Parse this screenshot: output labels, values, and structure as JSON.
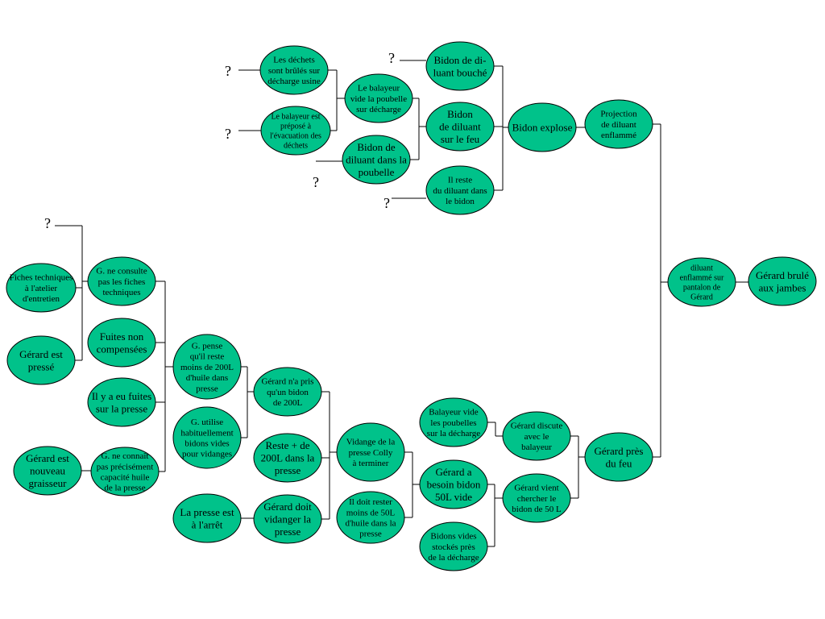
{
  "colors": {
    "node_fill": "#00c28a",
    "stroke": "#000000",
    "background": "#ffffff"
  },
  "question_mark": "?",
  "nodes": [
    {
      "id": "dechets_brules",
      "lines": [
        "Les déchets",
        "sont brûlés sur",
        "décharge usine"
      ]
    },
    {
      "id": "balayeur_prepose",
      "lines": [
        "Le balayeur est",
        "préposé à",
        "l'évacuation des",
        "déchets"
      ]
    },
    {
      "id": "balayeur_vide_poubelle",
      "lines": [
        "Le balayeur",
        "vide la poubelle",
        "sur décharge"
      ]
    },
    {
      "id": "bidon_poubelle",
      "lines": [
        "Bidon de",
        "diluant dans la",
        "poubelle"
      ]
    },
    {
      "id": "bidon_bouche",
      "lines": [
        "Bidon de di-",
        "luant bouché"
      ]
    },
    {
      "id": "bidon_feu",
      "lines": [
        "Bidon",
        "de diluant",
        "sur le feu"
      ]
    },
    {
      "id": "reste_diluant",
      "lines": [
        "Il reste",
        "du diluant dans",
        "le bidon"
      ]
    },
    {
      "id": "bidon_explose",
      "lines": [
        "Bidon explose"
      ]
    },
    {
      "id": "projection",
      "lines": [
        "Projection",
        "de diluant",
        "enflammé"
      ]
    },
    {
      "id": "diluant_pantalon",
      "lines": [
        "diluant",
        "enflammé sur",
        "pantalon de",
        "Gérard"
      ]
    },
    {
      "id": "gerard_brule",
      "lines": [
        "Gérard brulé",
        "aux jambes"
      ]
    },
    {
      "id": "fiches_techniques",
      "lines": [
        "Fiches techniques",
        "à l'atelier",
        "d'entretien"
      ]
    },
    {
      "id": "gerard_presse",
      "lines": [
        "Gérard est",
        "pressé"
      ]
    },
    {
      "id": "gerard_nouveau",
      "lines": [
        "Gérard est",
        "nouveau",
        "graisseur"
      ]
    },
    {
      "id": "consulte_pas",
      "lines": [
        "G. ne consulte",
        "pas les fiches",
        "techniques"
      ]
    },
    {
      "id": "fuites",
      "lines": [
        "Fuites non",
        "compensées"
      ]
    },
    {
      "id": "fuites_presse",
      "lines": [
        "Il y a eu fuites",
        "sur la presse"
      ]
    },
    {
      "id": "connait_pas",
      "lines": [
        "G. ne connaît",
        "pas précisément",
        "capacité huile",
        "de la presse"
      ]
    },
    {
      "id": "pense_moins",
      "lines": [
        "G. pense",
        "qu'il reste",
        "moins de 200L",
        "d'huile dans",
        "presse"
      ]
    },
    {
      "id": "utilise_bidons",
      "lines": [
        "G. utilise",
        "habituellement",
        "bidons vides",
        "pour vidanges"
      ]
    },
    {
      "id": "presse_arret",
      "lines": [
        "La presse est",
        "à l'arrêt"
      ]
    },
    {
      "id": "pris_200",
      "lines": [
        "Gérard n'a pris",
        "qu'un bidon",
        "de 200L"
      ]
    },
    {
      "id": "reste_200",
      "lines": [
        "Reste + de",
        "200L dans la",
        "presse"
      ]
    },
    {
      "id": "doit_vidanger",
      "lines": [
        "Gérard doit",
        "vidanger la",
        "presse"
      ]
    },
    {
      "id": "vidange_colly",
      "lines": [
        "Vidange de la",
        "presse Colly",
        "à terminer"
      ]
    },
    {
      "id": "doit_rester",
      "lines": [
        "Il doit rester",
        "moins de 50L",
        "d'huile dans la",
        "presse"
      ]
    },
    {
      "id": "balayeur_vide_decharge",
      "lines": [
        "Balayeur vide",
        "les poubelles",
        "sur la décharge"
      ]
    },
    {
      "id": "besoin_bidon",
      "lines": [
        "Gérard a",
        "besoin bidon",
        "50L vide"
      ]
    },
    {
      "id": "bidons_stockes",
      "lines": [
        "Bidons vides",
        "stockés près",
        "de la décharge"
      ]
    },
    {
      "id": "discute_balayeur",
      "lines": [
        "Gérard discute",
        "avec le",
        "balayeur"
      ]
    },
    {
      "id": "vient_chercher",
      "lines": [
        "Gérard vient",
        "chercher le",
        "bidon de 50 L"
      ]
    },
    {
      "id": "gerard_feu",
      "lines": [
        "Gérard près",
        "du feu"
      ]
    }
  ]
}
